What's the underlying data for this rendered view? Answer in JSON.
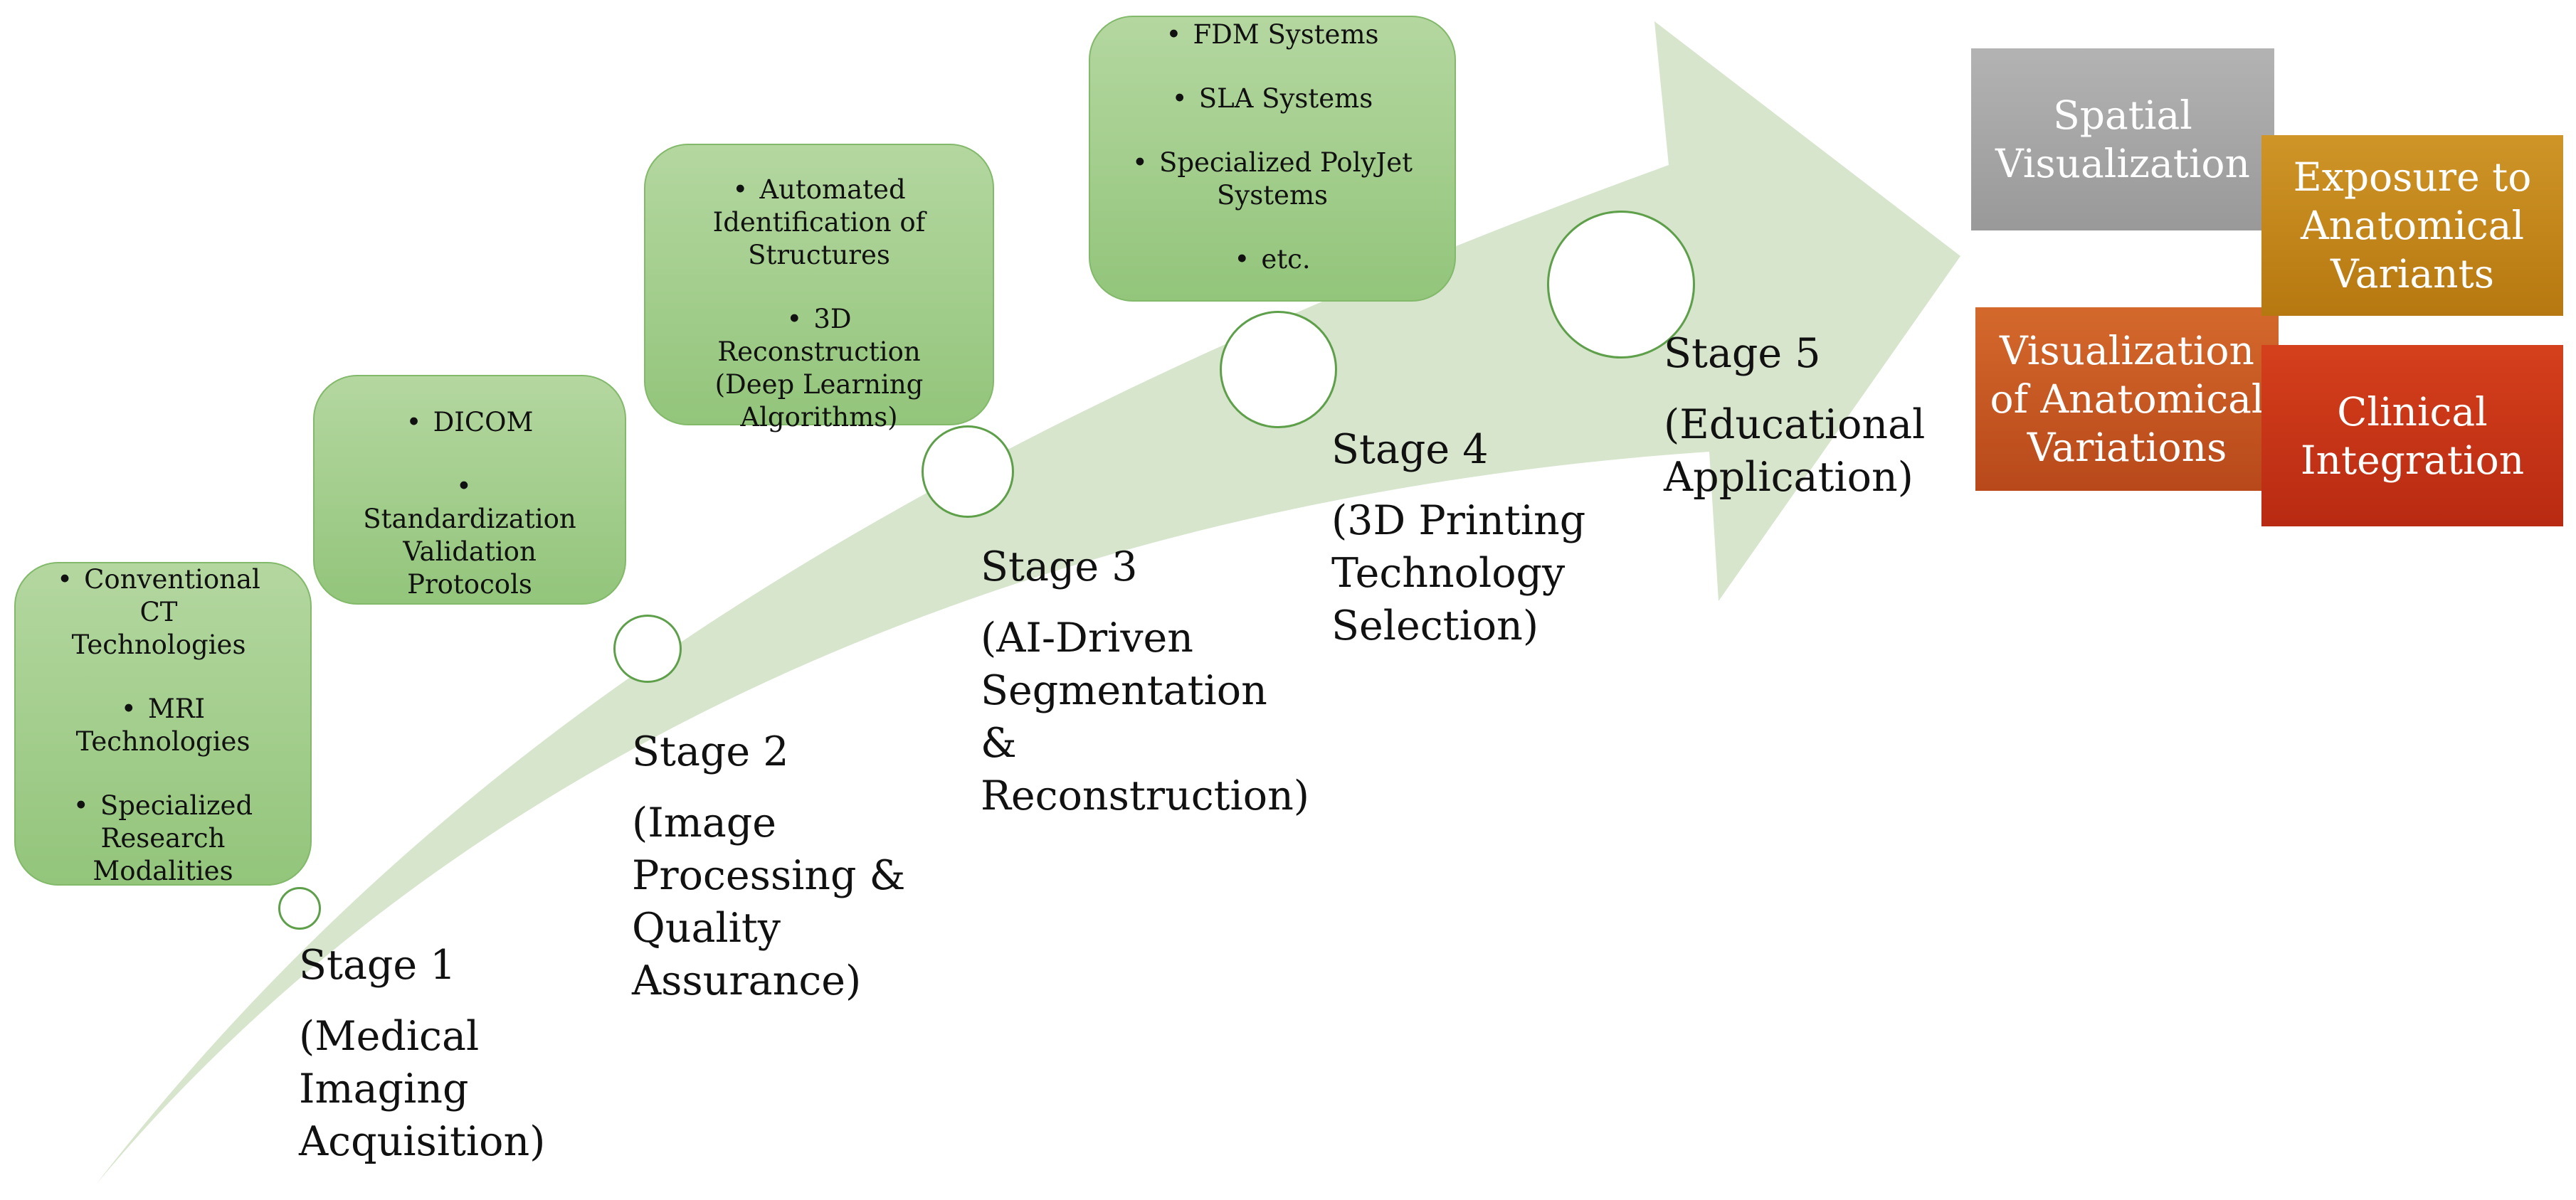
{
  "stages": [
    {
      "stage": "Stage 1",
      "description": "(Medical Imaging Acquisition)",
      "items": [
        "Conventional CT Technologies",
        "MRI Technologies",
        "Specialized Research Modalities"
      ]
    },
    {
      "stage": "Stage 2",
      "description": "(Image Processing & Quality Assurance)",
      "items": [
        "DICOM",
        "Standardization Validation Protocols"
      ]
    },
    {
      "stage": "Stage 3",
      "description": "(AI-Driven Segmentation & Reconstruction)",
      "items": [
        "Automated Identification of Structures",
        "3D Reconstruction (Deep Learning Algorithms)"
      ]
    },
    {
      "stage": "Stage 4",
      "description": "(3D Printing Technology Selection)",
      "items": [
        "FDM Systems",
        "SLA Systems",
        "Specialized PolyJet Systems",
        "etc."
      ]
    },
    {
      "stage": "Stage 5",
      "description": "(Educational Application)",
      "items": []
    }
  ],
  "outcomes": [
    {
      "label": "Spatial Visualization",
      "color": "#a6a6a6"
    },
    {
      "label": "Exposure to Anatomical Variants",
      "color": "#c68a1c"
    },
    {
      "label": "Visualization of Anatomical Variations",
      "color": "#c7581f"
    },
    {
      "label": "Clinical Integration",
      "color": "#cc3518"
    }
  ],
  "colors": {
    "arrow_fill": "#d6e5cc",
    "box_fill": "#a3ce8d",
    "box_border": "#82b96a",
    "circle_border": "#5e9f4a"
  }
}
